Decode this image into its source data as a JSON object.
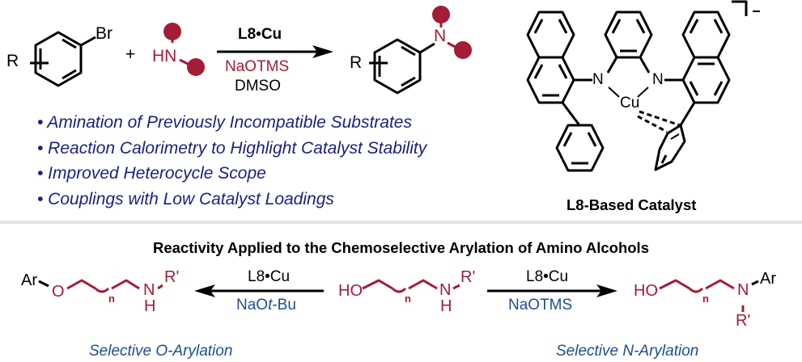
{
  "colors": {
    "substrate_red": "#a51c36",
    "bullet_navy": "#1a1f84",
    "condition_blue": "#1d4f8c",
    "divider_gray": "#e2e2e2"
  },
  "top_scheme": {
    "aryl_bromide": {
      "substituent": "R",
      "leaving_group": "Br"
    },
    "plus": "+",
    "amine": {
      "label": "HN"
    },
    "arrow": {
      "catalyst": "L8•Cu",
      "base": "NaOTMS",
      "solvent": "DMSO"
    },
    "product": {
      "substituent": "R",
      "nitrogen": "N"
    }
  },
  "bullets": [
    "• Amination of Previously Incompatible Substrates",
    "• Reaction Calorimetry to Highlight Catalyst Stability",
    "• Improved Heterocycle Scope",
    "• Couplings with Low Catalyst Loadings"
  ],
  "catalyst": {
    "n_left": "N",
    "n_right": "N",
    "metal": "Cu",
    "charge": "–",
    "label": "L8-Based Catalyst"
  },
  "bottom_scheme": {
    "title": "Reactivity Applied to the Chemoselective Arylation of Amino Alcohols",
    "o_product": {
      "ar": "Ar",
      "o": "O",
      "n_sub": "n",
      "n": "N",
      "h": "H",
      "r": "R'"
    },
    "left_arrow": {
      "catalyst": "L8•Cu",
      "base_prefix": "NaO",
      "base_italic": "t",
      "base_suffix": "-Bu"
    },
    "substrate": {
      "ho": "HO",
      "n_sub": "n",
      "n": "N",
      "h": "H",
      "r": "R'"
    },
    "right_arrow": {
      "catalyst": "L8•Cu",
      "base": "NaOTMS"
    },
    "n_product": {
      "ho": "HO",
      "n_sub": "n",
      "n": "N",
      "ar": "Ar",
      "r": "R'"
    },
    "o_label": "Selective O-Arylation",
    "n_label": "Selective N-Arylation"
  }
}
